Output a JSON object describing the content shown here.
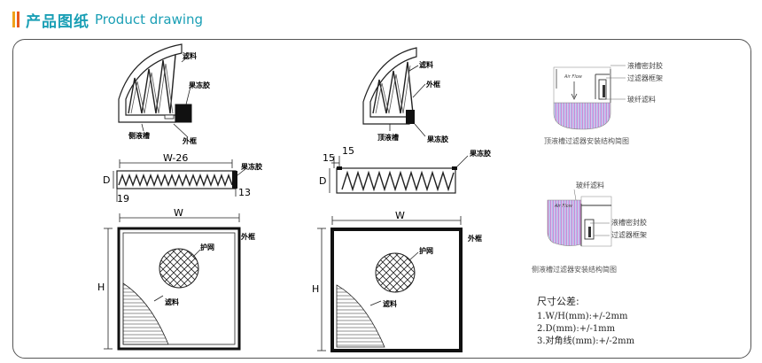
{
  "header": {
    "title_cn": "产品图纸",
    "title_en": "Product drawing",
    "accent_colors": [
      "#f0a21a",
      "#e85a1e",
      "#1a9fb5"
    ]
  },
  "drawing1": {
    "label_filter": "滤料",
    "label_jelly": "果冻胶",
    "label_outer_frame": "外框",
    "label_side_groove": "侧液槽",
    "dim_width": "W-26",
    "dim_depth": "D",
    "dim_19": "19",
    "dim_13": "13",
    "label_jelly_side": "果冻胶"
  },
  "drawing2": {
    "label_filter": "滤料",
    "label_outer_frame": "外框",
    "label_top_groove": "顶液槽",
    "label_jelly": "果冻胶",
    "dim_15_a": "15",
    "dim_15_b": "15",
    "dim_depth": "D",
    "label_jelly_side": "果冻胶"
  },
  "plan1": {
    "dim_w": "W",
    "dim_h": "H",
    "label_outer_frame": "外框",
    "label_mesh": "护网",
    "label_filter": "滤料"
  },
  "plan2": {
    "dim_w": "W",
    "dim_h": "H",
    "label_outer_frame": "外框",
    "label_mesh": "护网",
    "label_filter": "滤料"
  },
  "install_top": {
    "air_flow": "Air Flow",
    "label_seal": "液槽密封胶",
    "label_frame": "过滤器框架",
    "label_glass": "玻纤滤料",
    "caption": "顶液槽过滤器安装结构简图"
  },
  "install_side": {
    "air_flow": "Air Flow",
    "label_glass": "玻纤滤料",
    "label_seal": "液槽密封胶",
    "label_frame": "过滤器框架",
    "caption": "侧液槽过滤器安装结构简图"
  },
  "tolerance": {
    "title": "尺寸公差:",
    "lines": [
      "1.W/H(mm):+/-2mm",
      "2.D(mm):+/-1mm",
      "3.对角线(mm):+/-2mm"
    ]
  }
}
